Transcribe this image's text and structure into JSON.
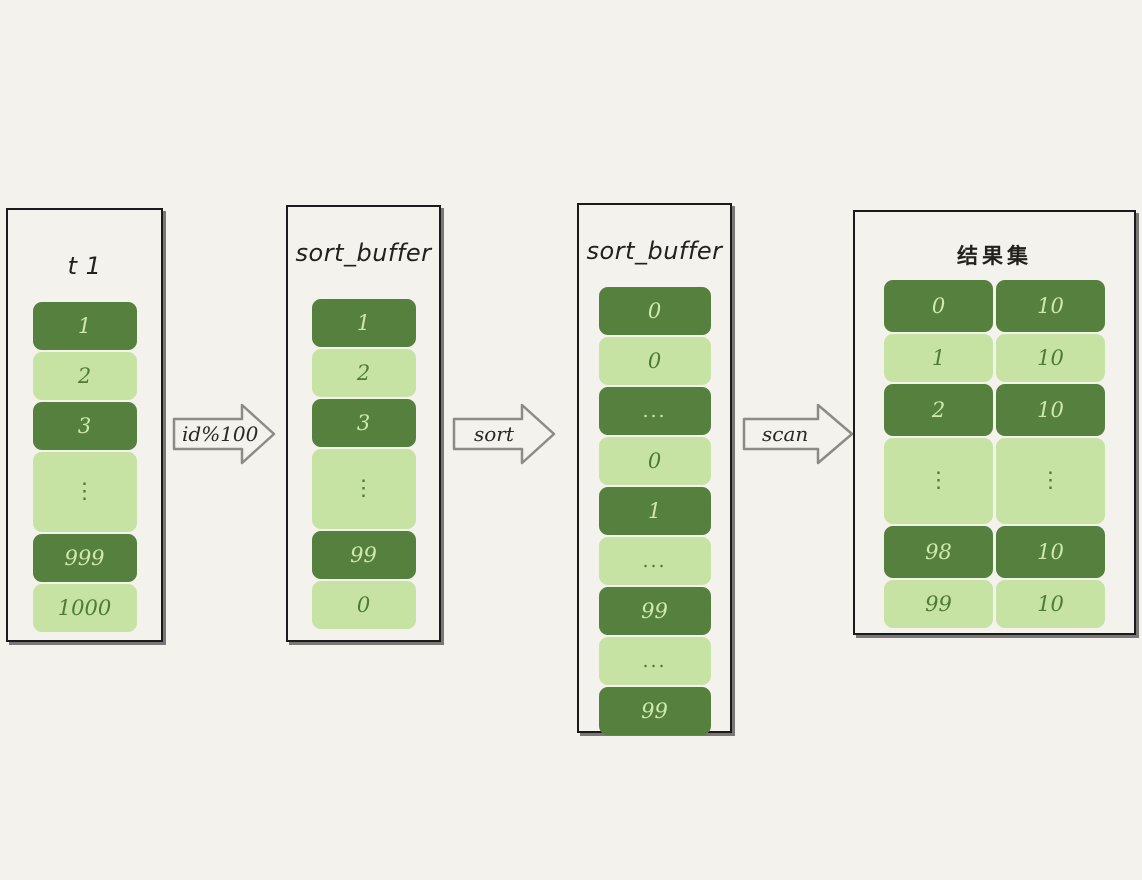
{
  "canvas": {
    "background": "#f4f2ed",
    "dark_green": "#55803d",
    "light_green": "#c7e3a4",
    "border": "#1b1b1b"
  },
  "panels": [
    {
      "id": "table-t1",
      "title": "t 1",
      "title_type": "en",
      "cells": [
        {
          "text": "1",
          "shade": "dark",
          "kind": "value",
          "h": 48
        },
        {
          "text": "2",
          "shade": "light",
          "kind": "value",
          "h": 48
        },
        {
          "text": "3",
          "shade": "dark",
          "kind": "value",
          "h": 48
        },
        {
          "text": "⋮",
          "shade": "light",
          "kind": "vdots",
          "h": 80
        },
        {
          "text": "999",
          "shade": "dark",
          "kind": "value",
          "h": 48
        },
        {
          "text": "1000",
          "shade": "light",
          "kind": "value",
          "h": 48
        }
      ]
    },
    {
      "id": "sort-buffer-unsorted",
      "title": "sort_buffer",
      "title_type": "en",
      "cells": [
        {
          "text": "1",
          "shade": "dark",
          "kind": "value",
          "h": 48
        },
        {
          "text": "2",
          "shade": "light",
          "kind": "value",
          "h": 48
        },
        {
          "text": "3",
          "shade": "dark",
          "kind": "value",
          "h": 48
        },
        {
          "text": "⋮",
          "shade": "light",
          "kind": "vdots",
          "h": 80
        },
        {
          "text": "99",
          "shade": "dark",
          "kind": "value",
          "h": 48
        },
        {
          "text": "0",
          "shade": "light",
          "kind": "value",
          "h": 48
        }
      ]
    },
    {
      "id": "sort-buffer-sorted",
      "title": "sort_buffer",
      "title_type": "en",
      "cells": [
        {
          "text": "0",
          "shade": "dark",
          "kind": "value",
          "h": 48
        },
        {
          "text": "0",
          "shade": "light",
          "kind": "value",
          "h": 48
        },
        {
          "text": "...",
          "shade": "dark",
          "kind": "dots",
          "h": 48
        },
        {
          "text": "0",
          "shade": "light",
          "kind": "value",
          "h": 48
        },
        {
          "text": "1",
          "shade": "dark",
          "kind": "value",
          "h": 48
        },
        {
          "text": "...",
          "shade": "light",
          "kind": "dots",
          "h": 48
        },
        {
          "text": "99",
          "shade": "dark",
          "kind": "value",
          "h": 48
        },
        {
          "text": "...",
          "shade": "light",
          "kind": "dots",
          "h": 48
        },
        {
          "text": "99",
          "shade": "dark",
          "kind": "value",
          "h": 48
        }
      ]
    },
    {
      "id": "result-set",
      "title": "结果集",
      "title_type": "cjk",
      "rows": [
        {
          "left": "0",
          "right": "10",
          "shade": "dark",
          "kind": "value",
          "h": 52
        },
        {
          "left": "1",
          "right": "10",
          "shade": "light",
          "kind": "value",
          "h": 48
        },
        {
          "left": "2",
          "right": "10",
          "shade": "dark",
          "kind": "value",
          "h": 52
        },
        {
          "left": "⋮",
          "right": "⋮",
          "shade": "light",
          "kind": "vdots",
          "h": 86
        },
        {
          "left": "98",
          "right": "10",
          "shade": "dark",
          "kind": "value",
          "h": 52
        },
        {
          "left": "99",
          "right": "10",
          "shade": "light",
          "kind": "value",
          "h": 48
        }
      ]
    }
  ],
  "arrows": [
    {
      "id": "arrow-id-mod-100",
      "label": "id%100"
    },
    {
      "id": "arrow-sort",
      "label": "sort"
    },
    {
      "id": "arrow-scan",
      "label": "scan"
    }
  ]
}
